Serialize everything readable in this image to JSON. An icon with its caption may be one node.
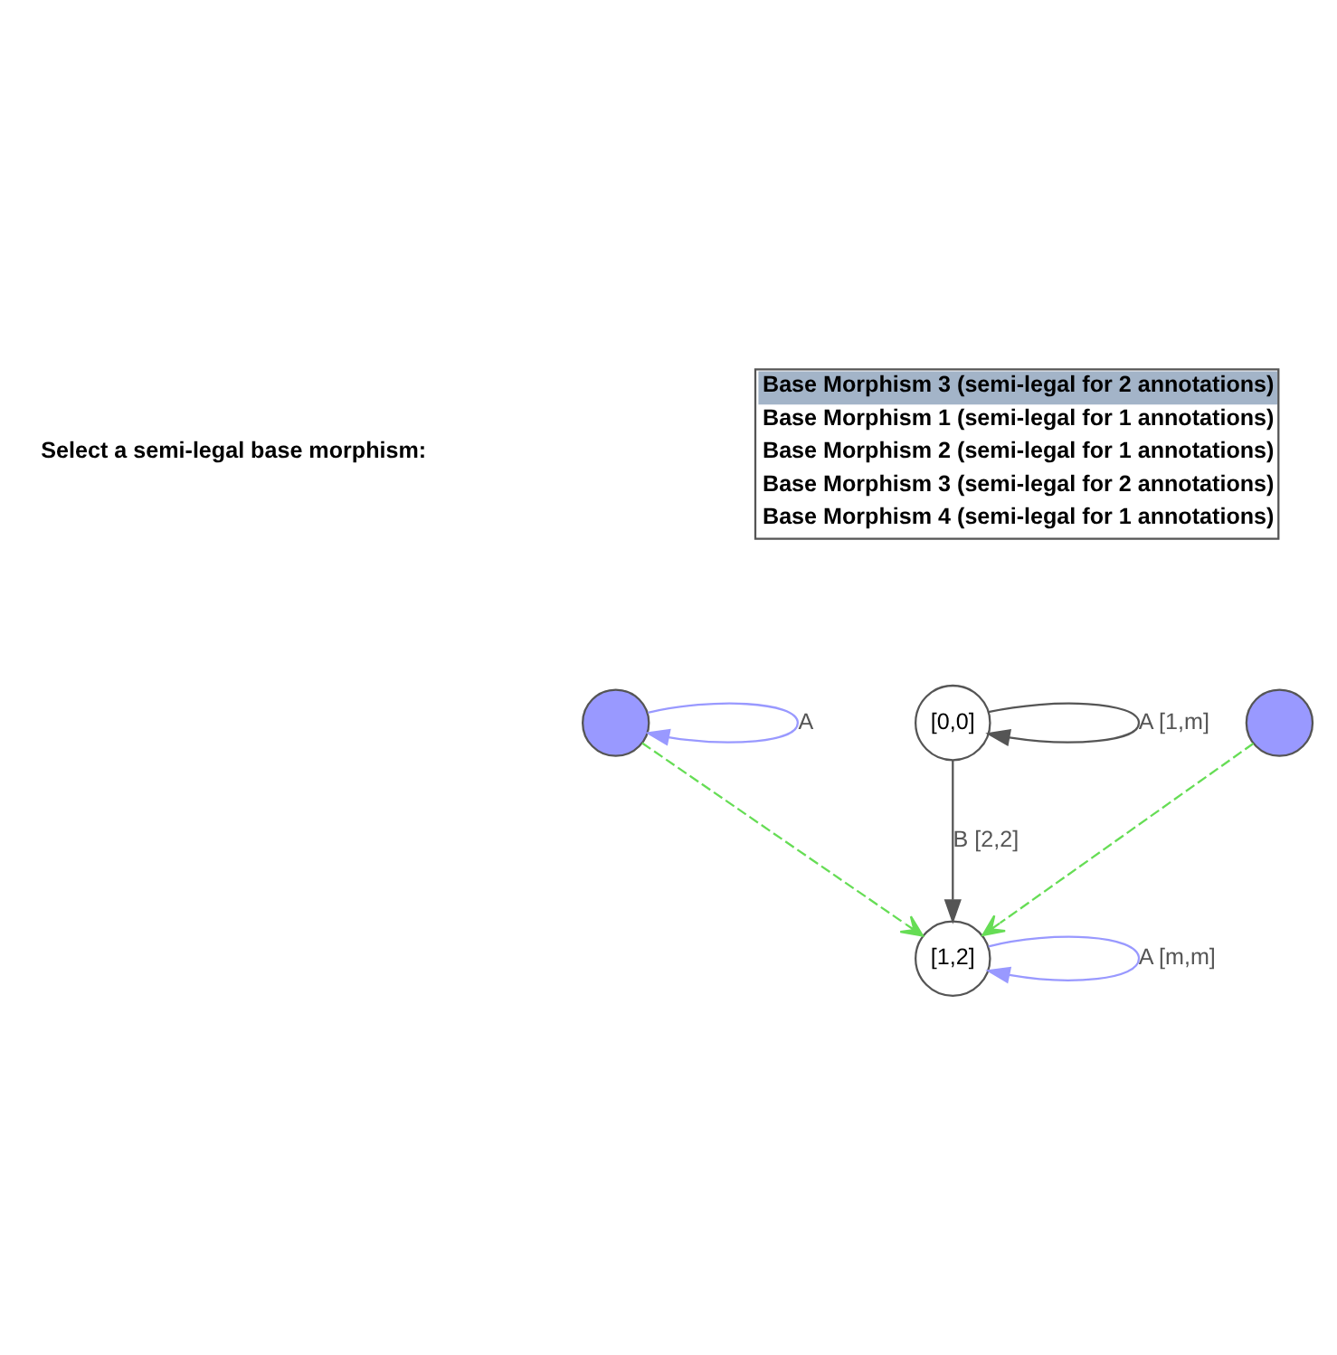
{
  "diagram": {
    "nodes": [
      {
        "text": [
          "[0,0]"
        ]
      },
      {
        "text": [],
        "shape": "circle"
      },
      {
        "text": [],
        "shape": "circle"
      },
      {
        "text": [
          "[1,2]"
        ]
      }
    ],
    "edges": [
      {
        "from": 0,
        "to": 0,
        "arrow": "to",
        "label": "A [1,m]"
      },
      {
        "from": 1,
        "to": 1,
        "arrow": "to",
        "label": "A",
        "color": "#9999ff"
      },
      {
        "from": 1,
        "to": 3,
        "arrow": "to",
        "style": "dashed",
        "color": "#66dd55"
      },
      {
        "from": 0,
        "to": 3,
        "arrow": "to",
        "label": "B [2,2]"
      },
      {
        "from": 2,
        "to": 3,
        "arrow": "to",
        "style": "dashed",
        "color": "#66dd55"
      },
      {
        "from": 3,
        "to": 3,
        "arrow": "to",
        "label": "A [m,m]",
        "color": "#9999ff"
      }
    ],
    "labels": [
      "Select a semi-legal base morphism:",
      "Base Morphism 3 (semi-legal for 2 annotations)",
      "Base Morphism 1 (semi-legal for 1 annotations)",
      "Base Morphism 2 (semi-legal for 1 annotations)",
      "Base Morphism 3 (semi-legal for 2 annotations)",
      "Base Morphism 4 (semi-legal for 1 annotations)"
    ]
  }
}
